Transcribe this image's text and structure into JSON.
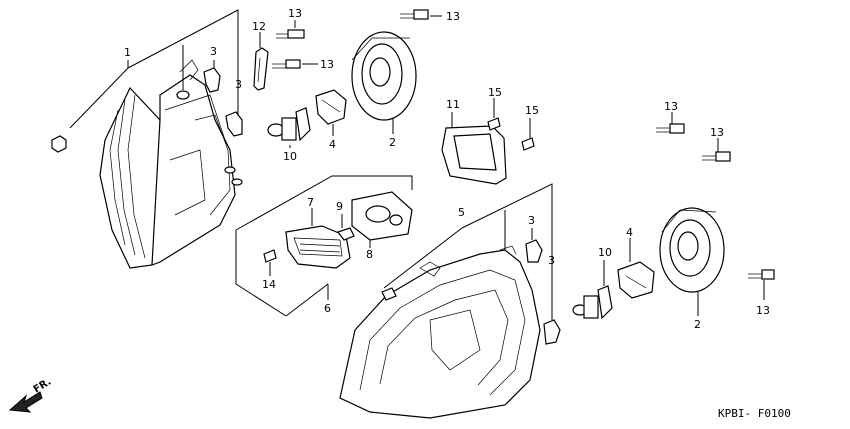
{
  "diagram": {
    "code": "KPBI- F0100",
    "front_label": "FR.",
    "callouts": {
      "c1": "1",
      "c2a": "2",
      "c2b": "2",
      "c3a": "3",
      "c3b": "3",
      "c3c": "3",
      "c3d": "3",
      "c4a": "4",
      "c4b": "4",
      "c5": "5",
      "c6": "6",
      "c7": "7",
      "c8": "8",
      "c9": "9",
      "c10a": "10",
      "c10b": "10",
      "c11": "11",
      "c12": "12",
      "c13a": "13",
      "c13b": "13",
      "c13c": "13",
      "c13d": "13",
      "c13e": "13",
      "c13f": "13",
      "c14": "14",
      "c15a": "15",
      "c15b": "15"
    }
  }
}
